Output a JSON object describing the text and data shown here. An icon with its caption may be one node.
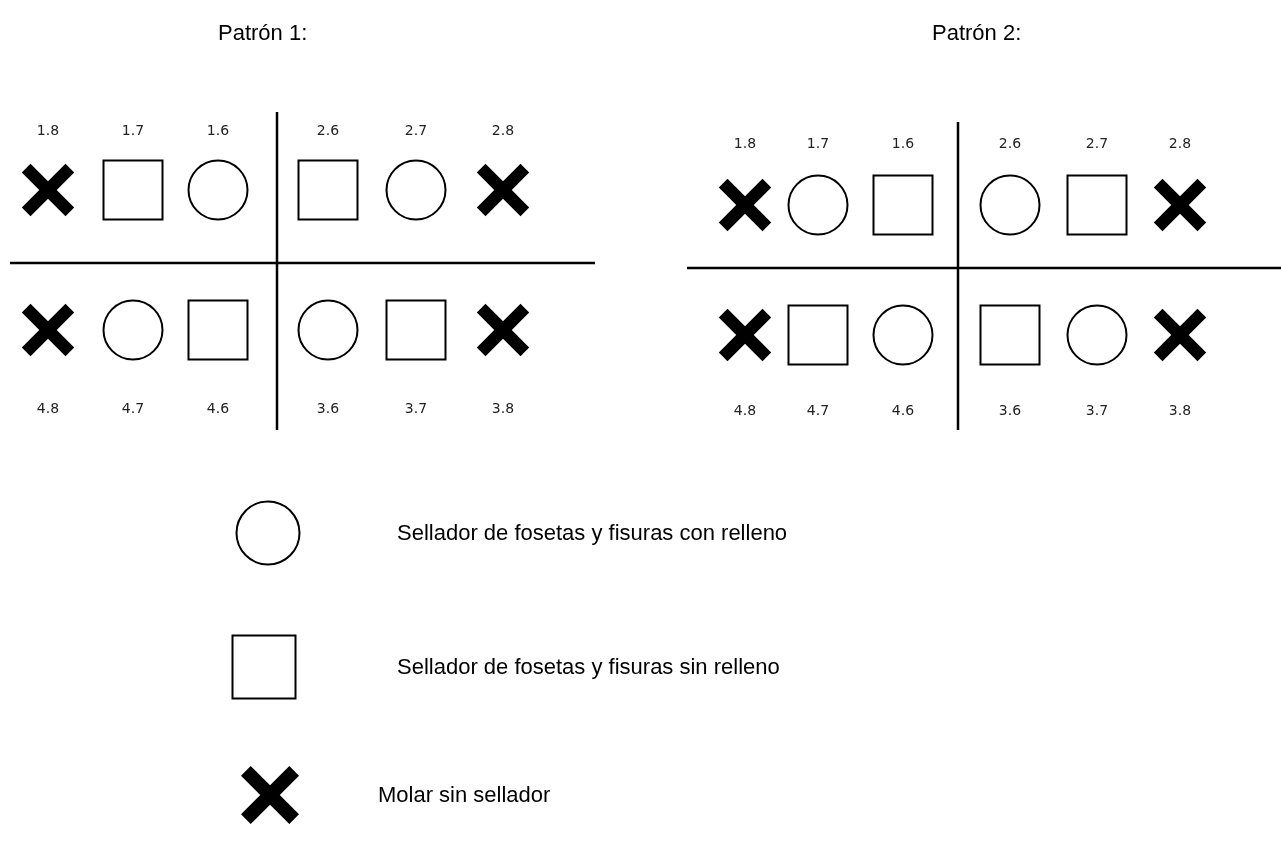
{
  "diagram": {
    "nodes": [
      {
        "text": [],
        "shape": "cross",
        "beside": [
          "1.8"
        ]
      },
      {
        "text": [],
        "shape": "box",
        "beside": [
          "1.7"
        ]
      },
      {
        "text": [],
        "shape": "circle",
        "beside": [
          "1.6"
        ]
      },
      {
        "text": [],
        "shape": "box",
        "beside": [
          "2.6"
        ]
      },
      {
        "text": [],
        "shape": "circle",
        "beside": [
          "2.7"
        ]
      },
      {
        "text": [],
        "shape": "cross",
        "beside": [
          "2.8"
        ]
      },
      {
        "text": [],
        "shape": "cross",
        "beside": [
          "4.8"
        ]
      },
      {
        "text": [],
        "shape": "circle",
        "beside": [
          "4.7"
        ]
      },
      {
        "text": [],
        "shape": "box",
        "beside": [
          "4.6"
        ]
      },
      {
        "text": [],
        "shape": "circle",
        "beside": [
          "3.6"
        ]
      },
      {
        "text": [],
        "shape": "box",
        "beside": [
          "3.7"
        ]
      },
      {
        "text": [],
        "shape": "cross",
        "beside": [
          "3.8"
        ]
      },
      {
        "text": [],
        "shape": "cross",
        "beside": [
          "1.8"
        ]
      },
      {
        "text": [],
        "shape": "circle",
        "beside": [
          "1.7"
        ]
      },
      {
        "text": [],
        "shape": "box",
        "beside": [
          "1.6"
        ]
      },
      {
        "text": [],
        "shape": "circle",
        "beside": [
          "2.6"
        ]
      },
      {
        "text": [],
        "shape": "box",
        "beside": [
          "2.7"
        ]
      },
      {
        "text": [],
        "shape": "cross",
        "beside": [
          "2.8"
        ]
      },
      {
        "text": [],
        "shape": "cross",
        "beside": [
          "4.8"
        ]
      },
      {
        "text": [],
        "shape": "box",
        "beside": [
          "4.7"
        ]
      },
      {
        "text": [],
        "shape": "circle",
        "beside": [
          "4.6"
        ]
      },
      {
        "text": [],
        "shape": "box",
        "beside": [
          "3.6"
        ]
      },
      {
        "text": [],
        "shape": "circle",
        "beside": [
          "3.7"
        ]
      },
      {
        "text": [],
        "shape": "cross",
        "beside": [
          "3.8"
        ]
      }
    ],
    "labels": [
      "Patrón 1:",
      "Patrón 2:"
    ],
    "legend": [
      {
        "text": "Sellador de fosetas y fisuras con relleno"
      },
      {
        "text": "Sellador de fosetas y fisuras sin relleno"
      },
      {
        "text": "Molar sin sellador"
      }
    ]
  }
}
